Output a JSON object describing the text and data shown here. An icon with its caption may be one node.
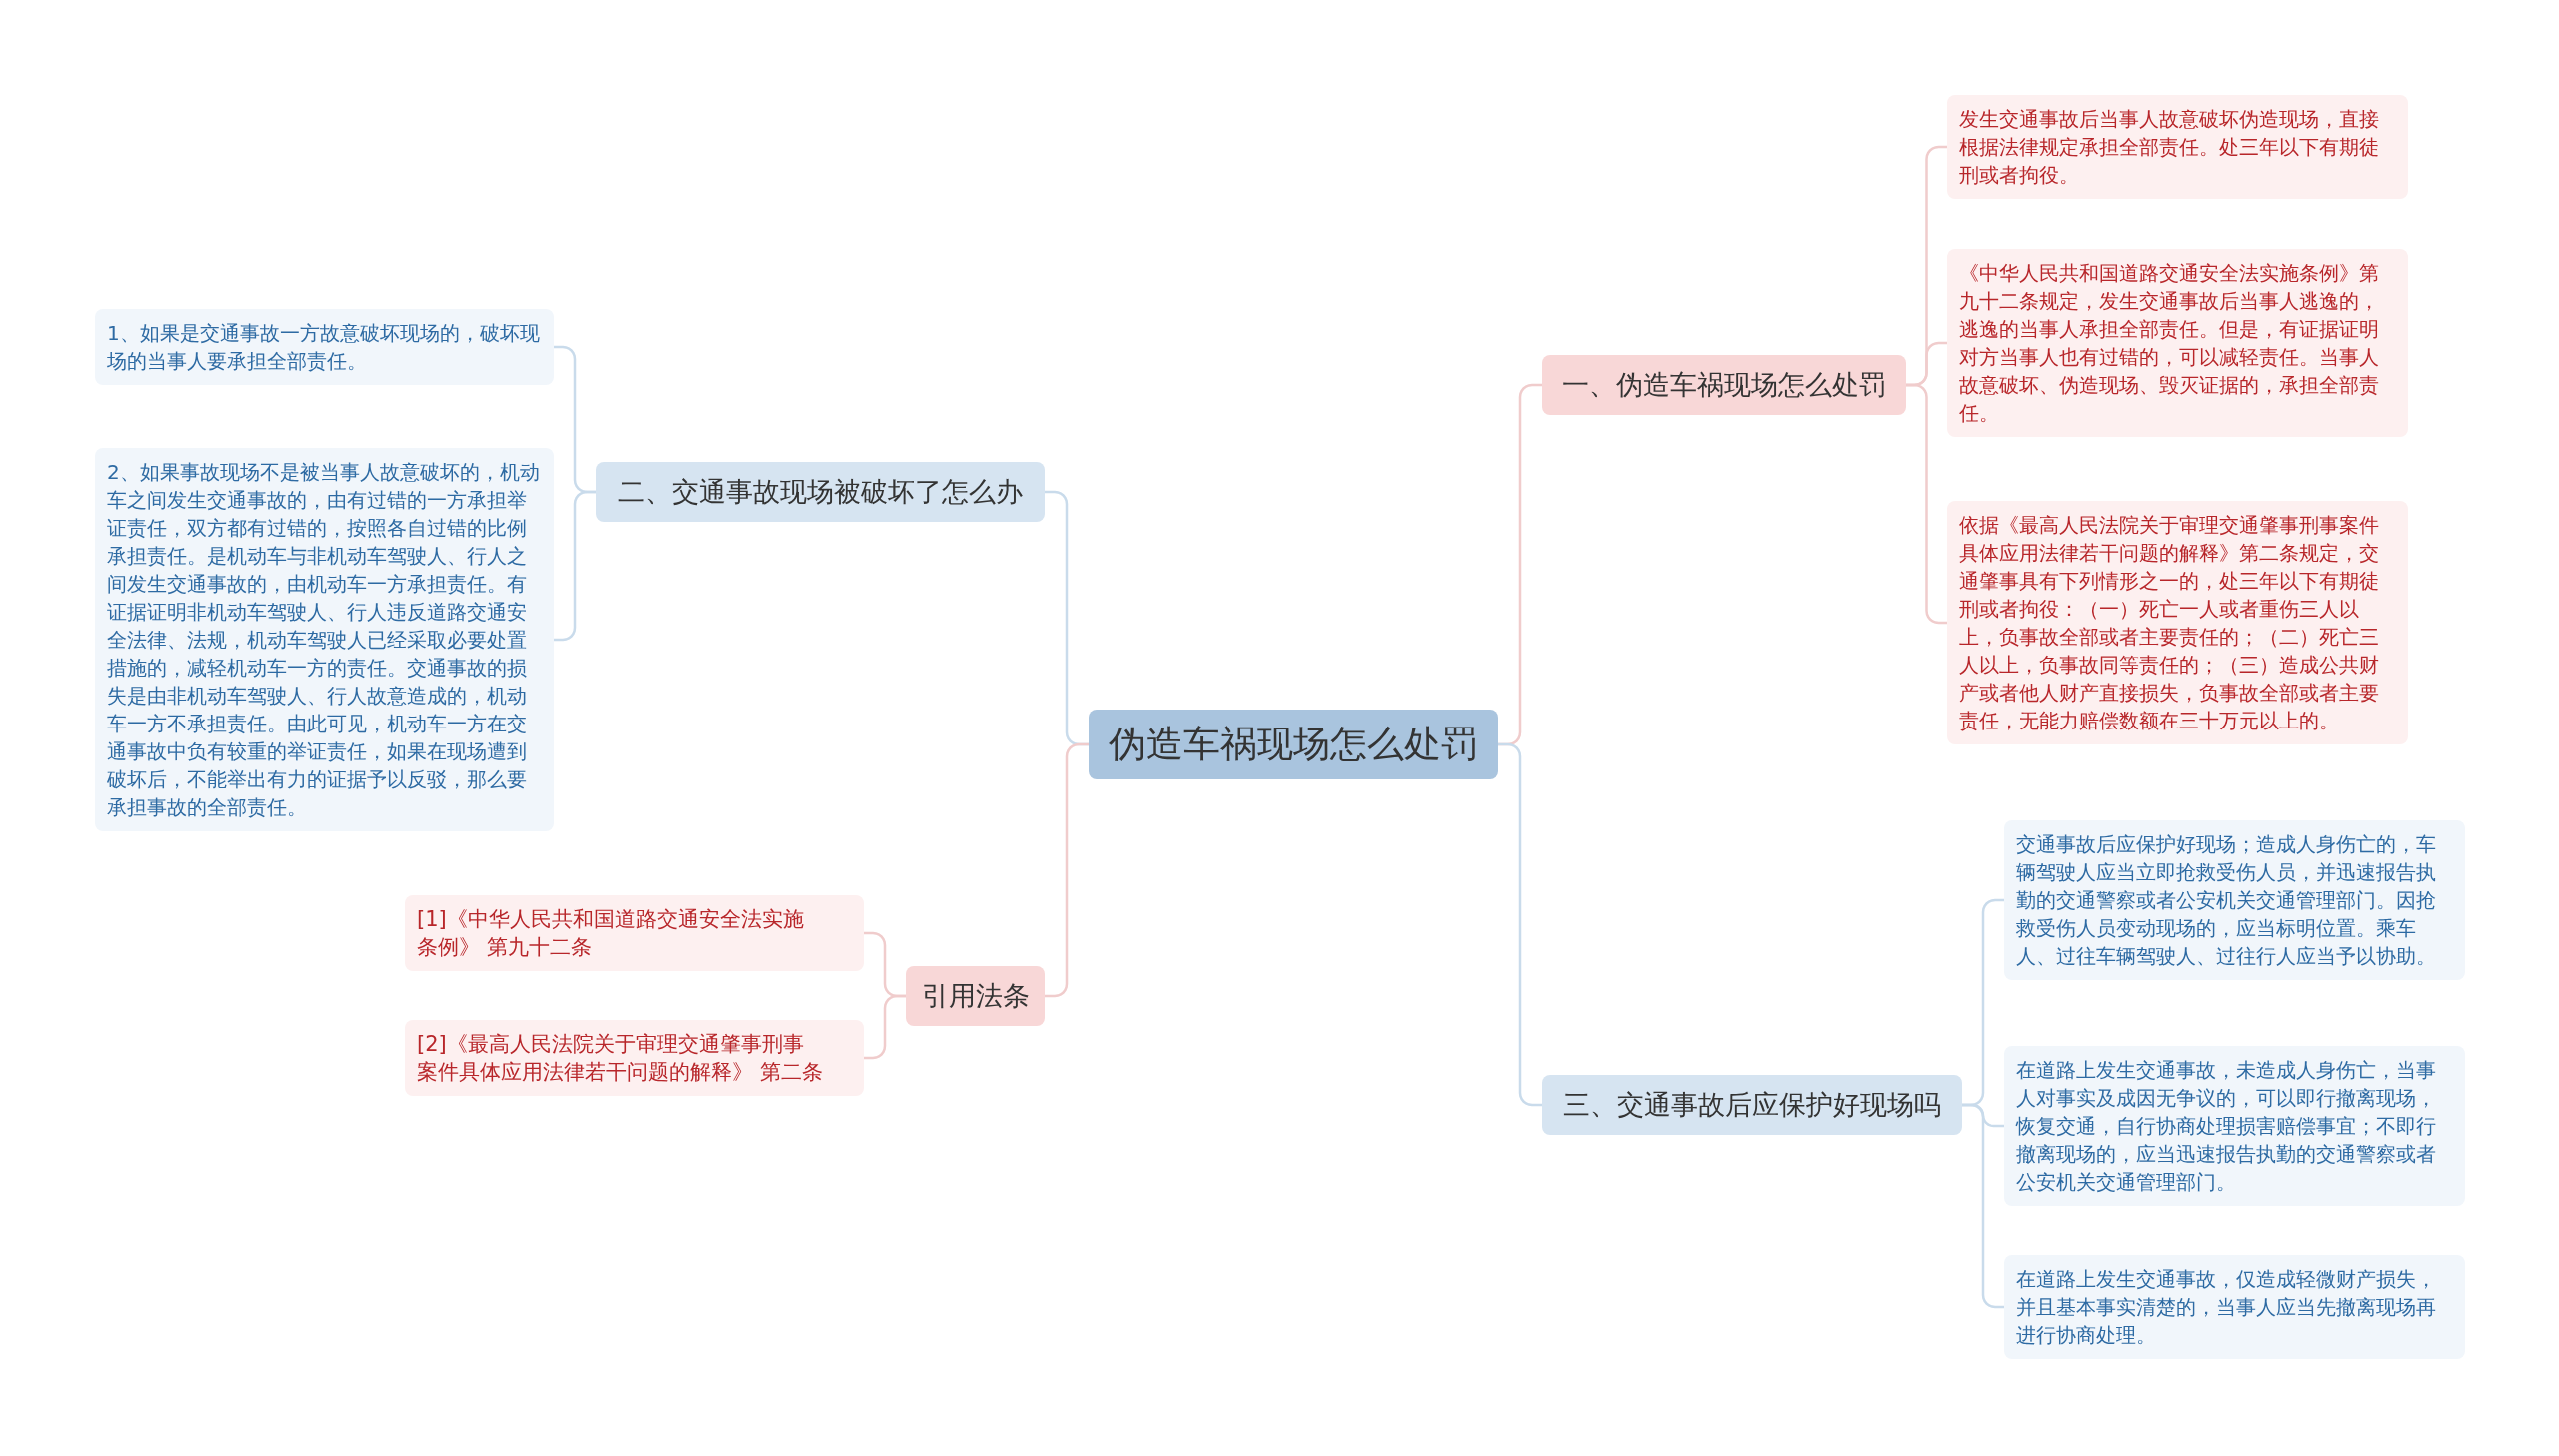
{
  "diagram": {
    "nodes": [
      {
        "text": [
          "伪造车祸现场怎么处罚"
        ]
      },
      {
        "text": [
          "一、伪造车祸现场怎么处罚"
        ]
      },
      {
        "text": [
          "发生交通事故后当事人故意破坏伪造现场，直接根据法律规定承担全部责任。处三年以下有期徒刑或者拘役。"
        ]
      },
      {
        "text": [
          "《中华人民共和国道路交通安全法实施条例》第九十二条规定，发生交通事故后当事人逃逸的，逃逸的当事人承担全部责任。但是，有证据证明对方当事人也有过错的，可以减轻责任。当事人故意破坏、伪造现场、毁灭证据的，承担全部责任。"
        ]
      },
      {
        "text": [
          "依据《最高人民法院关于审理交通肇事刑事案件具体应用法律若干问题的解释》第二条规定，交通肇事具有下列情形之一的，处三年以下有期徒刑或者拘役：（一）死亡一人或者重伤三人以上，负事故全部或者主要责任的；（二）死亡三人以上，负事故同等责任的；（三）造成公共财产或者他人财产直接损失，负事故全部或者主要责任，无能力赔偿数额在三十万元以上的。"
        ]
      },
      {
        "text": [
          "三、交通事故后应保护好现场吗"
        ]
      },
      {
        "text": [
          "交通事故后应保护好现场；造成人身伤亡的，车辆驾驶人应当立即抢救受伤人员，并迅速报告执勤的交通警察或者公安机关交通管理部门。因抢救受伤人员变动现场的，应当标明位置。乘车人、过往车辆驾驶人、过往行人应当予以协助。"
        ]
      },
      {
        "text": [
          "在道路上发生交通事故，未造成人身伤亡，当事人对事实及成因无争议的，可以即行撤离现场，恢复交通，自行协商处理损害赔偿事宜；不即行撤离现场的，应当迅速报告执勤的交通警察或者公安机关交通管理部门。"
        ]
      },
      {
        "text": [
          "在道路上发生交通事故，仅造成轻微财产损失，并且基本事实清楚的，当事人应当先撤离现场再进行协商处理。"
        ]
      },
      {
        "text": [
          "二、交通事故现场被破坏了怎么办"
        ]
      },
      {
        "text": [
          "1、如果是交通事故一方故意破坏现场的，破坏现场的当事人要承担全部责任。"
        ]
      },
      {
        "text": [
          "2、如果事故现场不是被当事人故意破坏的，机动车之间发生交通事故的，由有过错的一方承担举证责任，双方都有过错的，按照各自过错的比例承担责任。是机动车与非机动车驾驶人、行人之间发生交通事故的，由机动车一方承担责任。有证据证明非机动车驾驶人、行人违反道路交通安全法律、法规，机动车驾驶人已经采取必要处置措施的，减轻机动车一方的责任。交通事故的损失是由非机动车驾驶人、行人故意造成的，机动车一方不承担责任。由此可见，机动车一方在交通事故中负有较重的举证责任，如果在现场遭到破坏后，不能举出有力的证据予以反驳，那么要承担事故的全部责任。"
        ]
      },
      {
        "text": [
          "引用法条"
        ]
      },
      {
        "text": [
          "[1]《中华人民共和国道路交通安全法实施条例》 第九十二条"
        ]
      },
      {
        "text": [
          "[2]《最高人民法院关于审理交通肇事刑事案件具体应用法律若干问题的解释》 第二条"
        ]
      }
    ],
    "edges": [
      {
        "from": 0,
        "to": 1,
        "arrow": "none",
        "color": "#f0cccc"
      },
      {
        "from": 1,
        "to": 2,
        "arrow": "none",
        "color": "#f0cccc"
      },
      {
        "from": 1,
        "to": 3,
        "arrow": "none",
        "color": "#f0cccc"
      },
      {
        "from": 1,
        "to": 4,
        "arrow": "none",
        "color": "#f0cccc"
      },
      {
        "from": 0,
        "to": 5,
        "arrow": "none",
        "color": "#c9dbeb"
      },
      {
        "from": 5,
        "to": 6,
        "arrow": "none",
        "color": "#c9dbeb"
      },
      {
        "from": 5,
        "to": 7,
        "arrow": "none",
        "color": "#c9dbeb"
      },
      {
        "from": 5,
        "to": 8,
        "arrow": "none",
        "color": "#c9dbeb"
      },
      {
        "from": 0,
        "to": 9,
        "arrow": "none",
        "color": "#c9dbeb"
      },
      {
        "from": 9,
        "to": 10,
        "arrow": "none",
        "color": "#c9dbeb"
      },
      {
        "from": 9,
        "to": 11,
        "arrow": "none",
        "color": "#c9dbeb"
      },
      {
        "from": 0,
        "to": 12,
        "arrow": "none",
        "color": "#f0cccc"
      },
      {
        "from": 12,
        "to": 13,
        "arrow": "none",
        "color": "#f0cccc"
      },
      {
        "from": 12,
        "to": 14,
        "arrow": "none",
        "color": "#f0cccc"
      }
    ]
  }
}
